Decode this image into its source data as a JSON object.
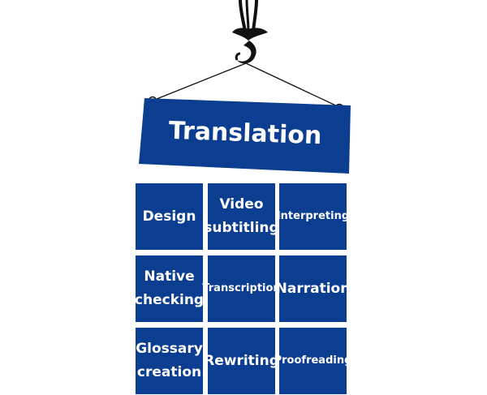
{
  "sign": {
    "title": "Translation"
  },
  "services": [
    {
      "label": "Design",
      "key": "design"
    },
    {
      "label": "Video\nsubtitling",
      "key": "video-subtitling"
    },
    {
      "label": "Interpreting",
      "key": "interpreting",
      "small": true
    },
    {
      "label": "Native\nchecking",
      "key": "native-checking"
    },
    {
      "label": "Transcription",
      "key": "transcription",
      "small": true
    },
    {
      "label": "Narration",
      "key": "narration"
    },
    {
      "label": "Glossary\ncreation",
      "key": "glossary-creation"
    },
    {
      "label": "Rewriting",
      "key": "rewriting"
    },
    {
      "label": "Proofreading",
      "key": "proofreading",
      "small": true
    }
  ],
  "colors": {
    "tile": "#0b3d91",
    "hook": "#111111"
  }
}
